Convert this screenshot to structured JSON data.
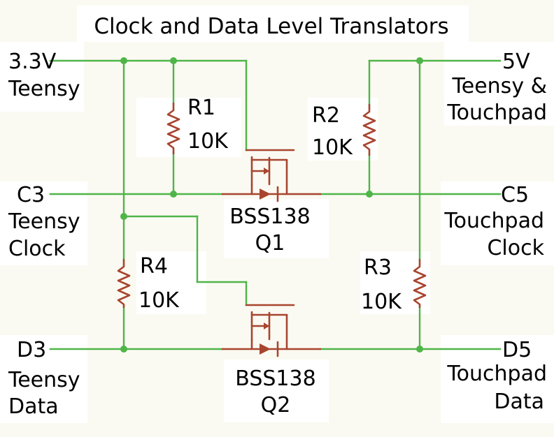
{
  "title": "Clock and Data Level Translators",
  "left": {
    "power": {
      "net": "3.3V",
      "desc": "Teensy"
    },
    "clock": {
      "net": "C3",
      "desc1": "Teensy",
      "desc2": "Clock"
    },
    "data": {
      "net": "D3",
      "desc1": "Teensy",
      "desc2": "Data"
    }
  },
  "right": {
    "power": {
      "net": "5V",
      "desc1": "Teensy &",
      "desc2": "Touchpad"
    },
    "clock": {
      "net": "C5",
      "desc1": "Touchpad",
      "desc2": "Clock"
    },
    "data": {
      "net": "D5",
      "desc1": "Touchpad",
      "desc2": "Data"
    }
  },
  "resistors": [
    {
      "ref": "R1",
      "value": "10K"
    },
    {
      "ref": "R2",
      "value": "10K"
    },
    {
      "ref": "R3",
      "value": "10K"
    },
    {
      "ref": "R4",
      "value": "10K"
    }
  ],
  "transistors": [
    {
      "part": "BSS138",
      "ref": "Q1"
    },
    {
      "part": "BSS138",
      "ref": "Q2"
    }
  ],
  "colors": {
    "wire": "#4fb548",
    "component": "#a8452f",
    "text": "#000000"
  }
}
